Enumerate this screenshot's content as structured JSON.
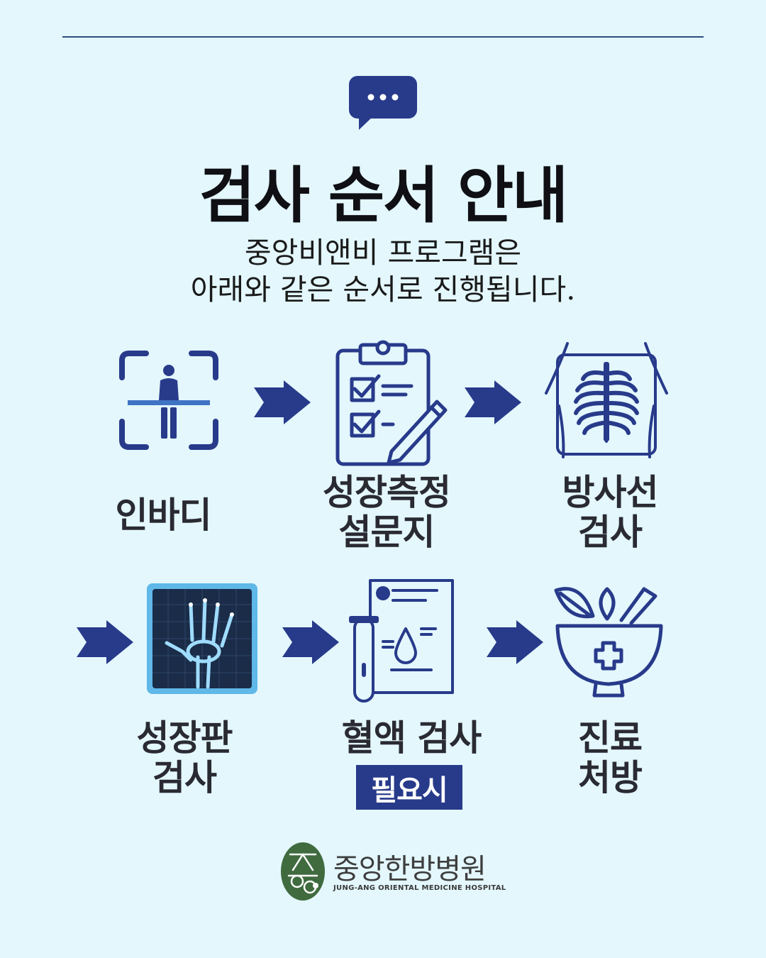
{
  "header": {
    "title": "검사 순서 안내",
    "subtitle_line1": "중앙비앤비 프로그램은",
    "subtitle_line2": "아래와 같은 순서로 진행됩니다."
  },
  "steps": [
    {
      "line1": "인바디",
      "line2": "",
      "icon": "body-scan-icon"
    },
    {
      "line1": "성장측정",
      "line2": "설문지",
      "icon": "clipboard-survey-icon"
    },
    {
      "line1": "방사선",
      "line2": "검사",
      "icon": "chest-xray-icon"
    },
    {
      "line1": "성장판",
      "line2": "검사",
      "icon": "hand-xray-icon"
    },
    {
      "line1": "혈액 검사",
      "line2": "",
      "badge": "필요시",
      "icon": "blood-test-icon"
    },
    {
      "line1": "진료",
      "line2": "처방",
      "icon": "herbal-bowl-icon"
    }
  ],
  "footer": {
    "hospital_name": "중앙한방병원",
    "hospital_name_en": "JUNG-ANG ORIENTAL MEDICINE HOSPITAL"
  },
  "colors": {
    "background": "#e3f7fd",
    "primary": "#283a8a",
    "xray_blue": "#5fb8e8",
    "logo_green": "#3f6b3f"
  }
}
